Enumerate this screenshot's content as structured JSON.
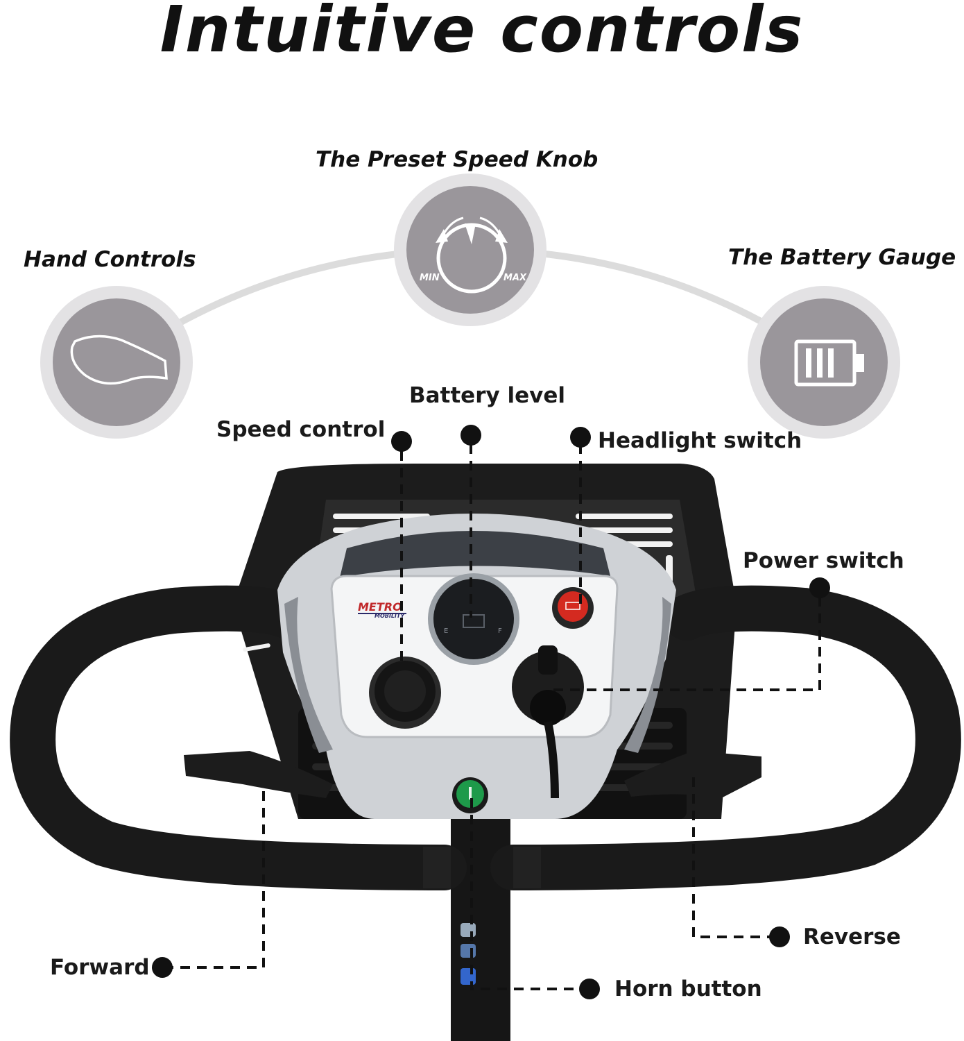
{
  "title": "Intuitive controls",
  "features": {
    "preset_speed_knob": {
      "label": "The Preset Speed Knob",
      "min": "MIN",
      "max": "MAX"
    },
    "hand_controls": {
      "label": "Hand Controls"
    },
    "battery_gauge": {
      "label": "The Battery Gauge"
    }
  },
  "panel": {
    "brand": "METRO",
    "brand_sub": "MOBILITY",
    "gauge_e": "E",
    "gauge_f": "F"
  },
  "callouts": {
    "speed_control": "Speed control",
    "battery_level": "Battery level",
    "headlight_switch": "Headlight switch",
    "power_switch": "Power switch",
    "forward": "Forward",
    "reverse": "Reverse",
    "horn_button": "Horn button"
  },
  "colors": {
    "circle_fill": "#9a969b",
    "circle_ring": "#e3e2e4",
    "arc": "#dcdcdc",
    "handlebar": "#1a1a1a",
    "headlight_button": "#d42a20",
    "horn_button": "#1e9a4a",
    "brand": "#c0282a"
  }
}
